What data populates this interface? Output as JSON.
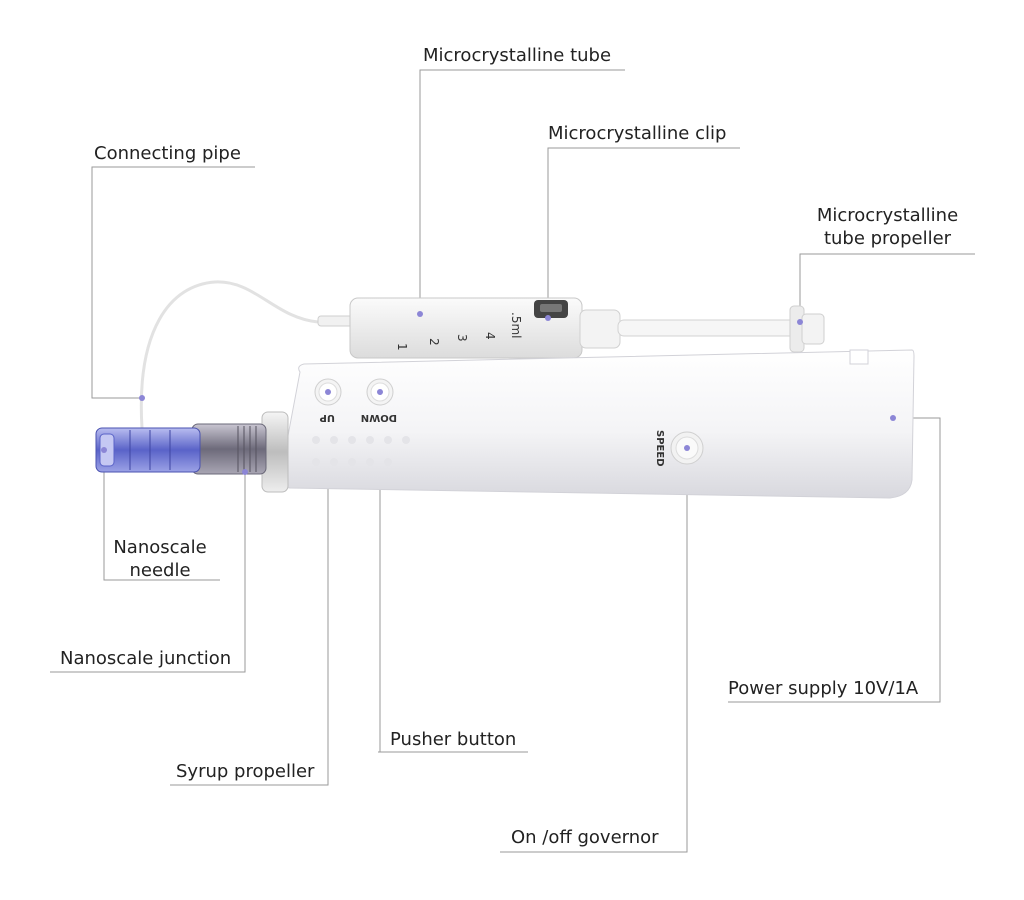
{
  "labels": {
    "microcrystalline_tube": "Microcrystalline tube",
    "microcrystalline_clip": "Microcrystalline clip",
    "connecting_pipe": "Connecting pipe",
    "tube_propeller_line1": "Microcrystalline",
    "tube_propeller_line2": "tube propeller",
    "nanoscale_needle_line1": "Nanoscale",
    "nanoscale_needle_line2": "needle",
    "nanoscale_junction": "Nanoscale junction",
    "power_supply": "Power supply 10V/1A",
    "pusher_button": "Pusher button",
    "syrup_propeller": "Syrup propeller",
    "on_off_governor": "On /off governor"
  },
  "device": {
    "up_button": "UP",
    "down_button": "DOWN",
    "speed_button": "SPEED",
    "syringe_scale": [
      "1",
      "2",
      "3",
      "4"
    ],
    "syringe_volume": ".5ml"
  },
  "colors": {
    "leader_line": "#9a9a9a",
    "marker_dot": "#8c86d6",
    "needle_blue": "#5a63c8",
    "junction_metal": "#7d7a8a"
  }
}
